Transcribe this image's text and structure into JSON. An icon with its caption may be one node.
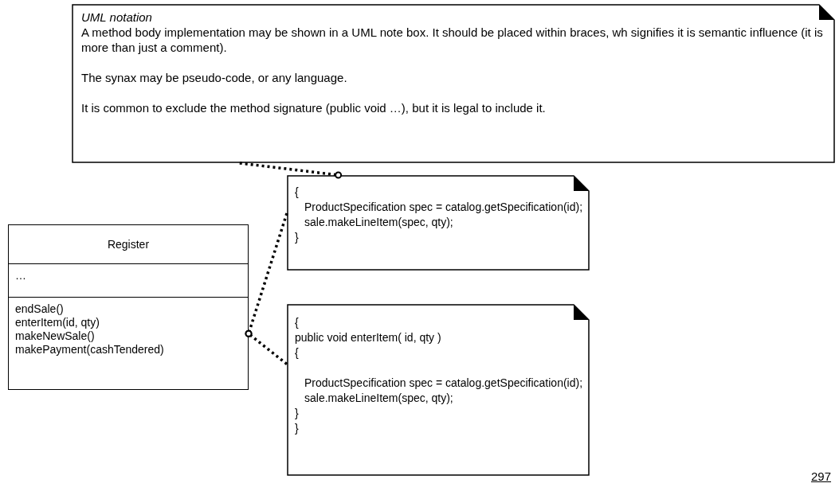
{
  "diagram": {
    "nodes": [
      {
        "text": [
          "UML notation",
          "A method body implementation may be shown in a UML note box. It should be placed within braces, wh signifies it is semantic influence (it is more than just a comment).",
          "The synax may be pseudo-code, or any language.",
          "It is common to exclude the method signature (public void …), but it is legal to include it."
        ]
      },
      {
        "text": [
          "{",
          "ProductSpecification spec = catalog.getSpecification(id);",
          "sale.makeLineItem(spec, qty);",
          "}"
        ]
      },
      {
        "text": [
          "Register",
          "…",
          "endSale()",
          "enterItem(id, qty)",
          "makeNewSale()",
          "makePayment(cashTendered)"
        ]
      },
      {
        "text": [
          "{",
          "public void enterItem( id, qty )",
          "{",
          "ProductSpecification spec = catalog.getSpecification(id);",
          "sale.makeLineItem(spec, qty);",
          "}",
          "}"
        ]
      }
    ],
    "edges": [
      {
        "from": 0,
        "to": 1,
        "arrow": "other"
      },
      {
        "from": 1,
        "to": 2,
        "arrow": "other"
      },
      {
        "from": 3,
        "to": 2,
        "arrow": "other"
      }
    ],
    "labels": [
      "297"
    ]
  }
}
